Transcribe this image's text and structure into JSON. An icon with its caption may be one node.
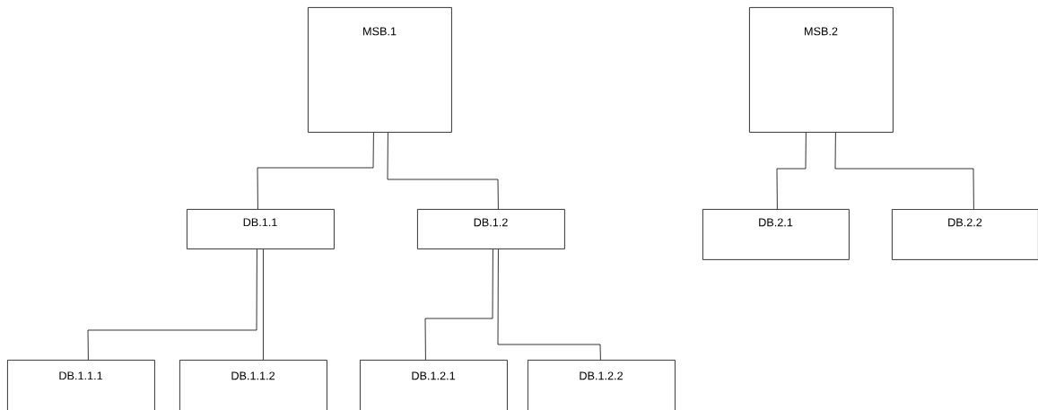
{
  "diagram": {
    "nodes": [
      {
        "text": [
          "MSB.1"
        ]
      },
      {
        "text": [
          "DB.1.1"
        ]
      },
      {
        "text": [
          "DB.1.2"
        ]
      },
      {
        "text": [
          "DB.1.1.1"
        ]
      },
      {
        "text": [
          "DB.1.1.2"
        ]
      },
      {
        "text": [
          "DB.1.2.1"
        ]
      },
      {
        "text": [
          "DB.1.2.2"
        ]
      },
      {
        "text": [
          "MSB.2"
        ]
      },
      {
        "text": [
          "DB.2.1"
        ]
      },
      {
        "text": [
          "DB.2.2"
        ]
      }
    ],
    "edges": [
      {
        "from": 0,
        "to": 1,
        "arrow": "none"
      },
      {
        "from": 0,
        "to": 2,
        "arrow": "none"
      },
      {
        "from": 1,
        "to": 3,
        "arrow": "none"
      },
      {
        "from": 1,
        "to": 4,
        "arrow": "none"
      },
      {
        "from": 2,
        "to": 5,
        "arrow": "none"
      },
      {
        "from": 2,
        "to": 6,
        "arrow": "none"
      },
      {
        "from": 7,
        "to": 8,
        "arrow": "none"
      },
      {
        "from": 7,
        "to": 9,
        "arrow": "none"
      }
    ]
  }
}
